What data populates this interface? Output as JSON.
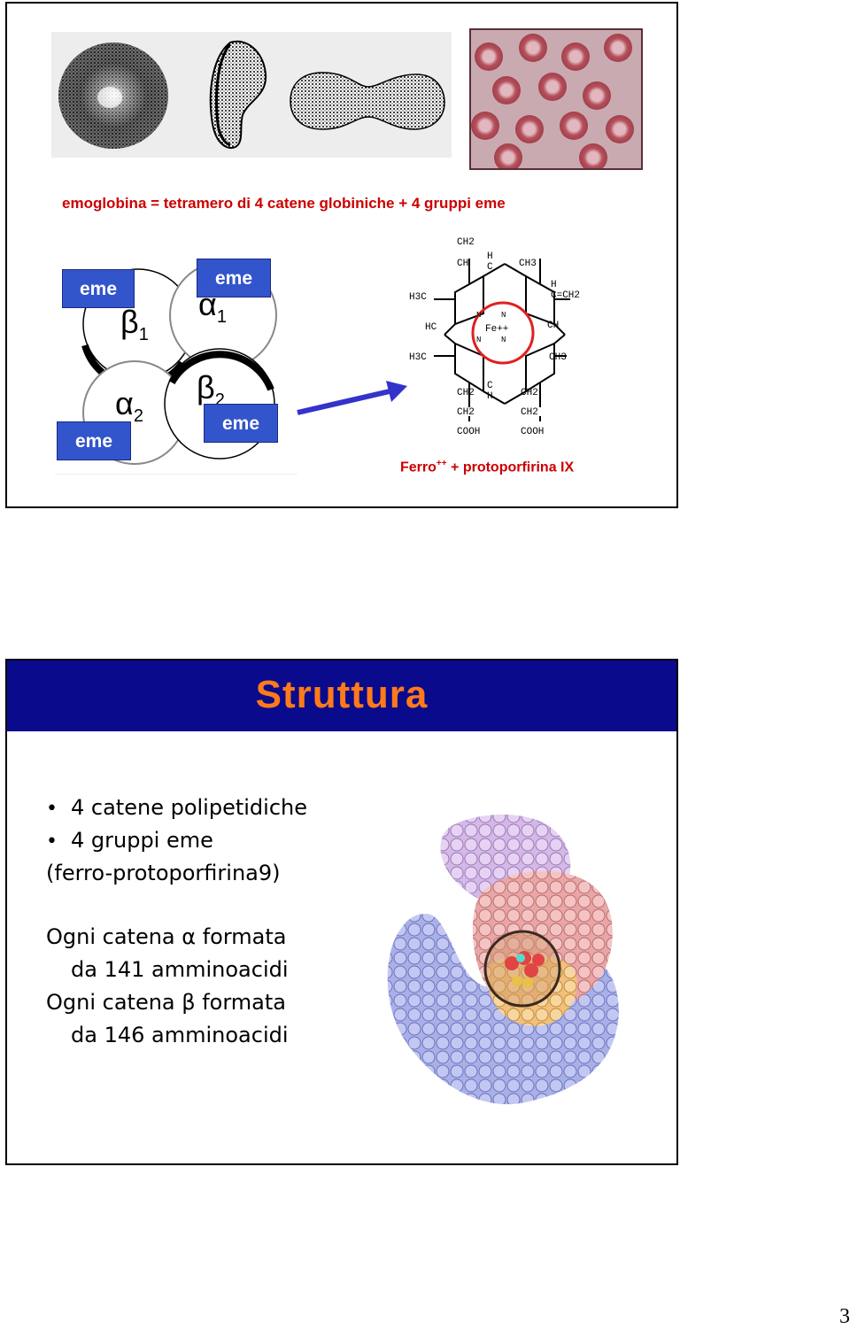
{
  "slide1": {
    "title": "emoglobina =  tetramero di 4 catene globiniche + 4 gruppi eme",
    "tetramer": {
      "eme_labels": [
        "eme",
        "eme",
        "eme",
        "eme"
      ],
      "subunits": [
        {
          "letter": "β",
          "index": "1"
        },
        {
          "letter": "α",
          "index": "1"
        },
        {
          "letter": "α",
          "index": "2"
        },
        {
          "letter": "β",
          "index": "2"
        }
      ]
    },
    "porphyrin": {
      "groups": {
        "top_ch2": "CH2",
        "top_ch": "CH",
        "top_h": "H",
        "top_c": "C",
        "top_ch3": "CH3",
        "left_h3c_top": "H3C",
        "left_hc": "HC",
        "left_h3c_bottom": "H3C",
        "right_h": "H",
        "right_vinyl": "C=CH2",
        "right_ch": "CH",
        "right_ch3": "CH3",
        "iron": "Fe++",
        "n": "N",
        "bottom_ch2_a": "CH2",
        "bottom_ch2_b": "CH2",
        "bottom_cooh_a": "COOH",
        "bottom_ch2_c": "CH2",
        "bottom_ch2_d": "CH2",
        "bottom_cooh_b": "COOH",
        "bottom_c": "C",
        "bottom_h": "H"
      },
      "label_main": "Ferro",
      "label_sup": "++",
      "label_rest": " + protoporfirina IX"
    }
  },
  "slide2": {
    "title": "Struttura",
    "bullets": [
      "4 catene polipetidiche",
      "4 gruppi eme"
    ],
    "bullet_cont": "(ferro-protoporfirina9)",
    "alpha_line1": "Ogni catena α formata",
    "alpha_line2": "da 141 amminoacidi",
    "beta_line1": "Ogni catena β formata",
    "beta_line2": "da 146 amminoacidi"
  },
  "page_number": "3",
  "colors": {
    "red_label": "#cc0000",
    "eme_box": "#3355cc",
    "title_bar": "#0a0a8c",
    "title_text": "#ff7a1a",
    "arrow": "#3333cc"
  }
}
